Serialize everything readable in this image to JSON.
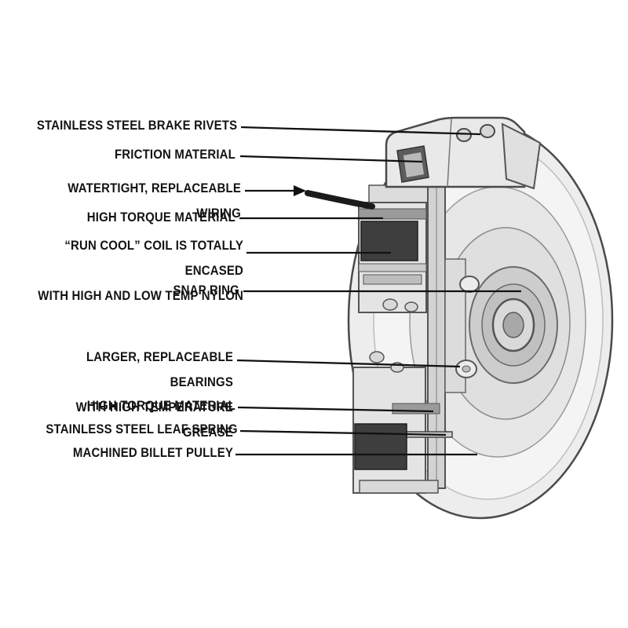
{
  "diagram": {
    "subject": "clutch-cutaway-diagram",
    "labels": [
      {
        "text": "STAINLESS STEEL BRAKE RIVETS"
      },
      {
        "text": "FRICTION MATERIAL"
      },
      {
        "text": "WATERTIGHT, REPLACEABLE WIRING"
      },
      {
        "text": "HIGH TORQUE MATERIAL"
      },
      {
        "text": "“RUN COOL” COIL IS TOTALLY ENCASED\nWITH HIGH AND LOW TEMP NYLON"
      },
      {
        "text": "SNAP RING"
      },
      {
        "text": "LARGER, REPLACEABLE BEARINGS\nWITH HIGH TEMPERATURE GREASE"
      },
      {
        "text": "HIGH TORQUE MATERIAL"
      },
      {
        "text": "STAINLESS STEEL LEAF SPRING"
      },
      {
        "text": "MACHINED BILLET PULLEY"
      }
    ],
    "colors": {
      "ink": "#111111",
      "metal_light": "#ededed",
      "metal_mid": "#d3d3d3",
      "coil_dark": "#3e3e3e",
      "wire": "#1b1b1b"
    }
  }
}
